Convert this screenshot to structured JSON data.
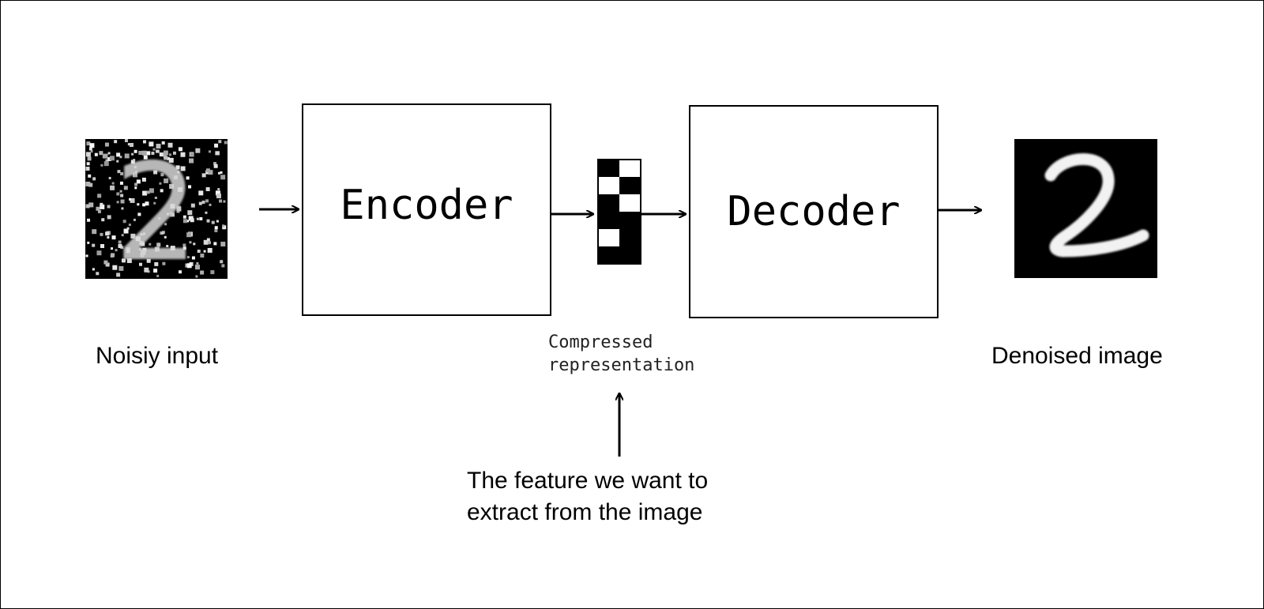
{
  "encoder": {
    "label": "Encoder"
  },
  "decoder": {
    "label": "Decoder"
  },
  "noisy_input": {
    "caption": "Noisiy input",
    "digit": "2"
  },
  "denoised_image": {
    "caption": "Denoised image",
    "digit": "2"
  },
  "compressed": {
    "line1": "Compressed",
    "line2": "representation"
  },
  "feature_note": {
    "line1": "The feature we want to",
    "line2": "extract from the image"
  },
  "latent_code": [
    [
      0,
      1
    ],
    [
      1,
      0
    ],
    [
      0,
      1
    ],
    [
      0,
      0
    ],
    [
      1,
      0
    ],
    [
      0,
      0
    ]
  ],
  "colors": {
    "ink": "#000000",
    "paper": "#ffffff"
  }
}
